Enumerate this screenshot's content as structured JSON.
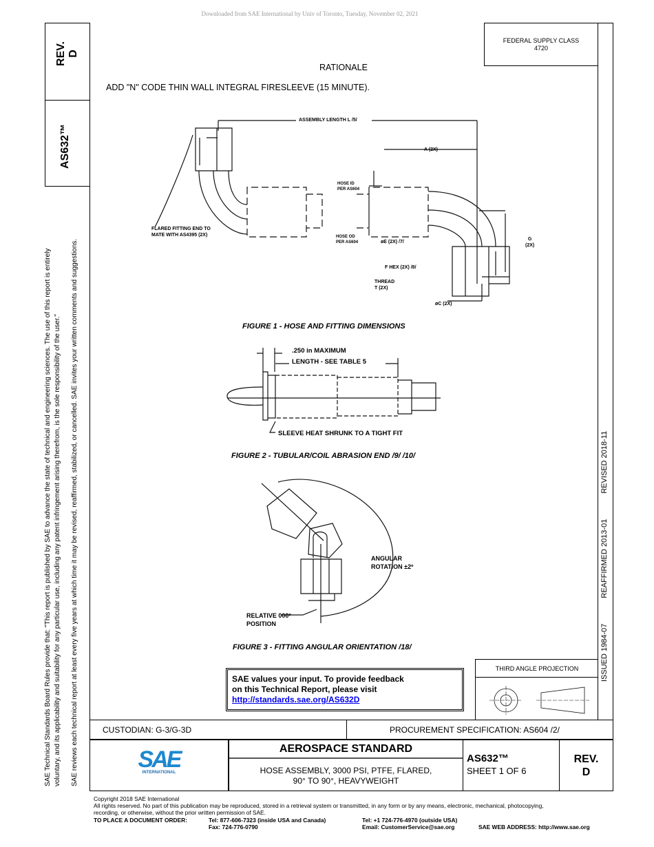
{
  "watermark": "Downloaded from SAE International by Univ of Toronto, Tuesday, November 02, 2021",
  "left_strip": {
    "rev_label": "REV.",
    "rev_value": "D",
    "doc_number": "AS632™",
    "disclaimer_1a": "SAE Technical Standards Board Rules provide that: \"This report is published by SAE to advance the state of technical and engineering sciences. The use of this report is entirely",
    "disclaimer_1b": "voluntary, and its applicability and suitability for any particular use, including any patent infringement arising therefrom, is the sole responsibility of the user.\"",
    "disclaimer_2": "SAE reviews each technical report at least every five years at which time it may be revised, reaffirmed, stabilized, or cancelled. SAE invites your written comments and suggestions."
  },
  "right_strip": {
    "issued": "ISSUED 1984-07",
    "reaffirmed": "REAFFIRMED 2013-01",
    "revised": "REVISED 2018-11"
  },
  "supply_class": {
    "line1": "FEDERAL SUPPLY CLASS",
    "line2": "4720"
  },
  "rationale": {
    "heading": "RATIONALE",
    "text": "ADD \"N\" CODE THIN WALL INTEGRAL FIRESLEEVE (15 MINUTE)."
  },
  "figure1": {
    "caption": "FIGURE 1 - HOSE AND FITTING DIMENSIONS",
    "labels": {
      "assembly_length": "ASSEMBLY LENGTH L  /5/",
      "a": "A (2X)",
      "hose_id_1": "HOSE ID",
      "hose_id_2": "PER AS604",
      "hose_od_1": "HOSE OD",
      "hose_od_2": "PER AS604",
      "e": "øE (2X) /7/",
      "flared_1": "FLARED FITTING END TO",
      "flared_2": "MATE WITH AS4395 (2X)",
      "g_1": "G",
      "g_2": "(2X)",
      "f_hex": "F HEX (2X) /8/",
      "thread_1": "THREAD",
      "thread_2": "T (2X)",
      "c": "øC (2X)"
    }
  },
  "figure2": {
    "caption": "FIGURE 2 - TUBULAR/COIL ABRASION END /9/ /10/",
    "labels": {
      "max": ".250 in MAXIMUM",
      "length": "LENGTH - SEE TABLE 5",
      "sleeve": "SLEEVE HEAT SHRUNK TO A TIGHT FIT"
    }
  },
  "figure3": {
    "caption": "FIGURE 3 - FITTING ANGULAR ORIENTATION /18/",
    "labels": {
      "angular_1": "ANGULAR",
      "angular_2": "ROTATION ±2º",
      "relative_1": "RELATIVE 000º",
      "relative_2": "POSITION"
    }
  },
  "feedback": {
    "line1": "SAE values your input. To provide feedback",
    "line2": "on this Technical Report, please visit",
    "link": "http://standards.sae.org/AS632D"
  },
  "projection": {
    "label": "THIRD ANGLE PROJECTION"
  },
  "custodian": "CUSTODIAN: G-3/G-3D",
  "procurement": "PROCUREMENT SPECIFICATION: AS604 /2/",
  "title_block": {
    "logo_text": "SAE",
    "logo_sub": "INTERNATIONAL",
    "heading": "AEROSPACE STANDARD",
    "title_1": "HOSE ASSEMBLY, 3000 PSI, PTFE, FLARED,",
    "title_2": "90° TO 90°, HEAVYWEIGHT",
    "doc_number": "AS632™",
    "sheet": "SHEET 1 OF 6",
    "rev_label": "REV.",
    "rev_value": "D",
    "logo_color": "#1e88d0"
  },
  "footer": {
    "copyright": "Copyright 2018 SAE International",
    "rights_1": "All rights reserved. No part of this publication may be reproduced, stored in a retrieval system or transmitted, in any form or by any means, electronic, mechanical, photocopying,",
    "rights_2": "recording, or otherwise, without the prior written permission of SAE.",
    "order_label": "TO PLACE A DOCUMENT ORDER:",
    "tel_us": "Tel: 877-606-7323 (inside USA and Canada)",
    "fax": "Fax: 724-776-0790",
    "tel_intl": "Tel: +1 724-776-4970 (outside USA)",
    "email": "Email: CustomerService@sae.org",
    "web": "SAE WEB ADDRESS: http://www.sae.org"
  }
}
